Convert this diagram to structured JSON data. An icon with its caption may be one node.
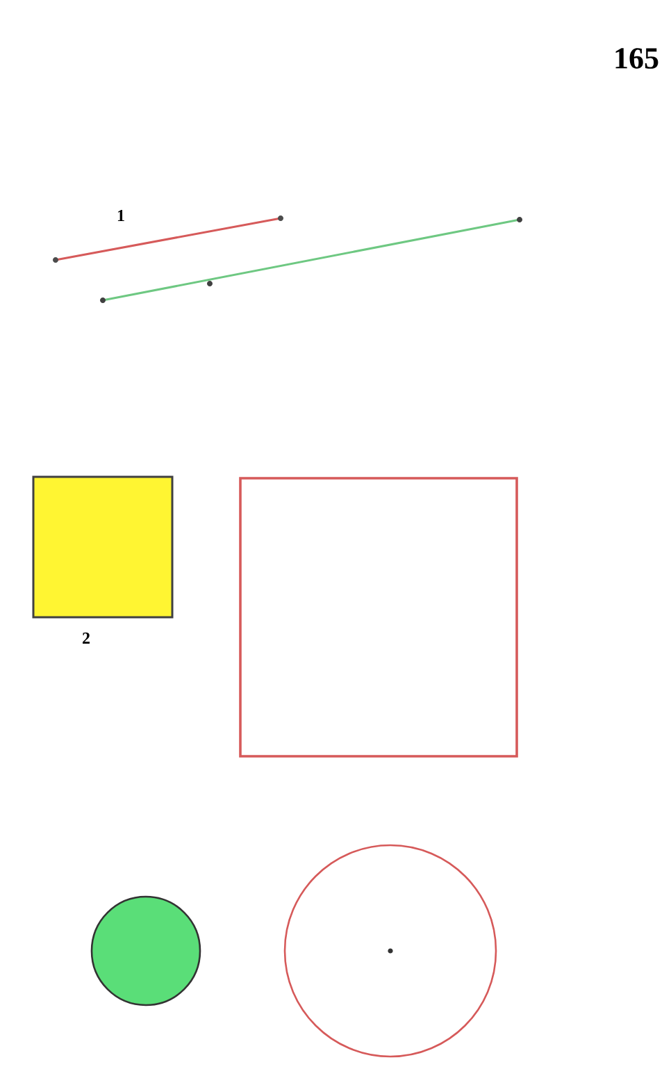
{
  "diagram": {
    "labels": [
      "165",
      "1",
      "2"
    ]
  }
}
